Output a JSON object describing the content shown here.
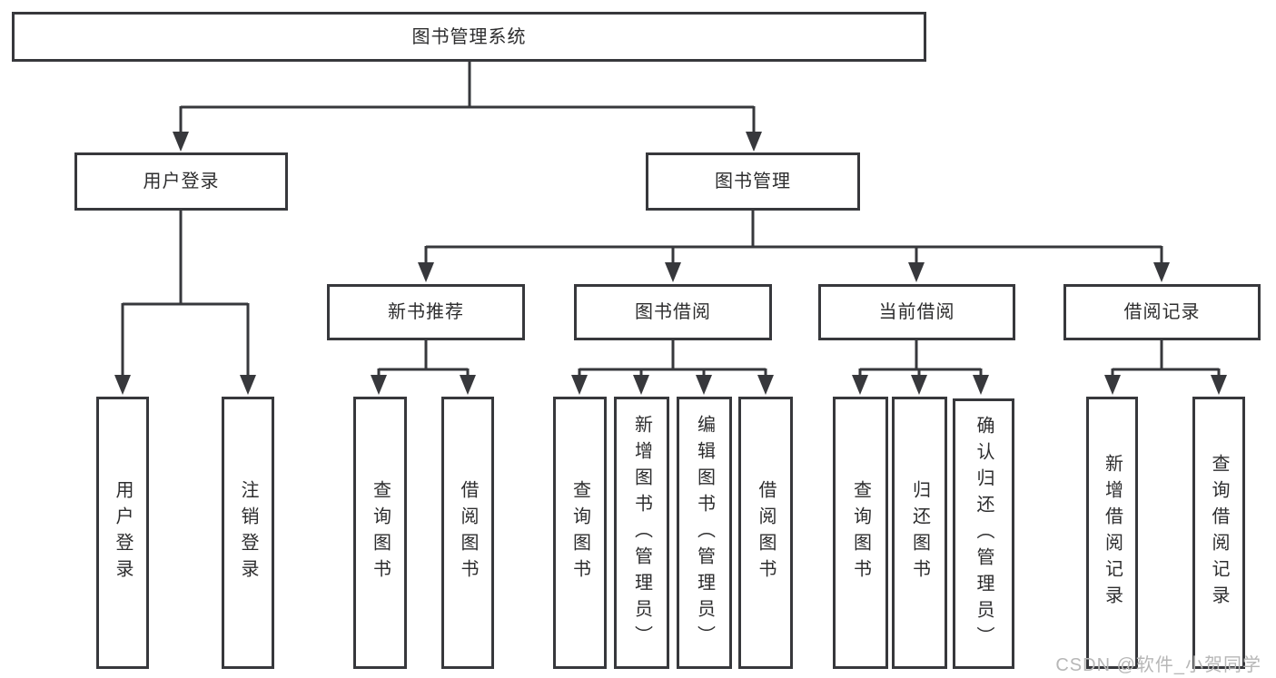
{
  "diagram": {
    "type": "hierarchy-tree",
    "tree": {
      "label": "图书管理系统",
      "children": [
        {
          "label": "用户登录",
          "children": [
            {
              "label": "用户登录"
            },
            {
              "label": "注销登录"
            }
          ]
        },
        {
          "label": "图书管理",
          "children": [
            {
              "label": "新书推荐",
              "children": [
                {
                  "label": "查询图书"
                },
                {
                  "label": "借阅图书"
                }
              ]
            },
            {
              "label": "图书借阅",
              "children": [
                {
                  "label": "查询图书"
                },
                {
                  "label": "新增图书（管理员）"
                },
                {
                  "label": "编辑图书（管理员）"
                },
                {
                  "label": "借阅图书"
                }
              ]
            },
            {
              "label": "当前借阅",
              "children": [
                {
                  "label": "查询图书"
                },
                {
                  "label": "归还图书"
                },
                {
                  "label": "确认归还（管理员）"
                }
              ]
            },
            {
              "label": "借阅记录",
              "children": [
                {
                  "label": "新增借阅记录"
                },
                {
                  "label": "查询借阅记录"
                }
              ]
            }
          ]
        }
      ]
    }
  },
  "watermark": {
    "text": "CSDN @软件_小贺同学"
  },
  "colors": {
    "line": "#37383c",
    "box_border": "#37383c",
    "box_fill": "#ffffff",
    "text": "#2d2d2e",
    "watermark": "#b7b7b7",
    "background": "#ffffff"
  }
}
